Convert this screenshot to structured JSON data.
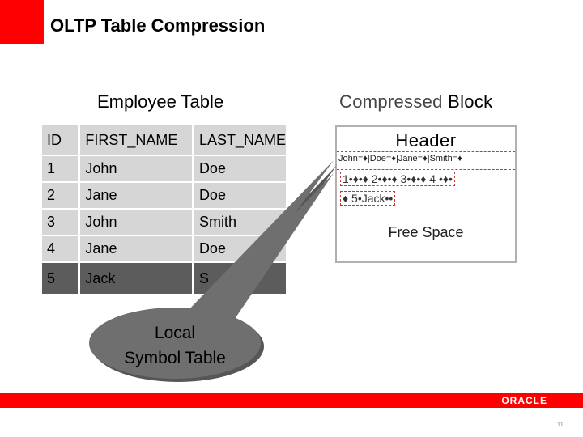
{
  "slide": {
    "title": "OLTP Table Compression",
    "page_number": "11"
  },
  "employee_table": {
    "title": "Employee Table",
    "columns": [
      "ID",
      "FIRST_NAME",
      "LAST_NAME"
    ],
    "rows": [
      [
        "1",
        "John",
        "Doe"
      ],
      [
        "2",
        "Jane",
        "Doe"
      ],
      [
        "3",
        "John",
        "Smith"
      ],
      [
        "4",
        "Jane",
        "Doe"
      ],
      [
        "5",
        "Jack",
        "S"
      ]
    ]
  },
  "compressed_block": {
    "title_part1": "Compressed",
    "title_part2": "Block",
    "header": "Header",
    "symbol_table_row": "John=♦|Doe=♦|Jane=♦|Smith=♦",
    "row_line1": "1•♦•♦ 2•♦•♦ 3•♦•♦ 4 •♦•",
    "row_line2": "♦ 5•Jack•• ",
    "free_space": "Free Space"
  },
  "callout": {
    "line1": "Local",
    "line2": "Symbol Table"
  },
  "footer": {
    "logo": "ORACLE"
  },
  "colors": {
    "accent_red": "#ff0000",
    "table_cell": "#d6d6d6",
    "table_last_row": "#5c5c5c",
    "callout_fill": "#6f6f6f"
  }
}
